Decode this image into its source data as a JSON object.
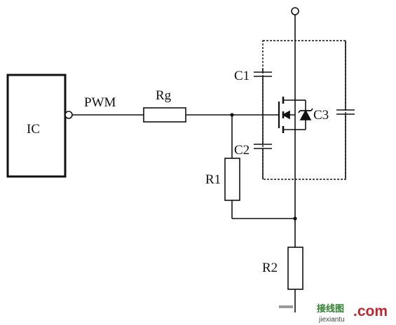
{
  "labels": {
    "ic": "IC",
    "pwm": "PWM",
    "rg": "Rg",
    "c1": "C1",
    "c2": "C2",
    "c3": "C3",
    "r1": "R1",
    "r2": "R2"
  },
  "watermark": {
    "brand_cn": "接线图",
    "domain": ".com",
    "sub": "jiexiantu"
  },
  "colors": {
    "line": "#111111",
    "watermark_green": "#2f7d2f",
    "watermark_red": "#c0262d"
  }
}
